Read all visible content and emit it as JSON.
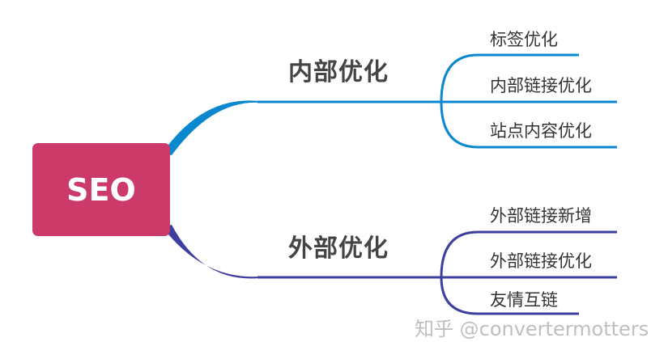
{
  "colors": {
    "root": "#cc3a6a",
    "internal": "#0a88cf",
    "external": "#3d3fa0"
  },
  "root": {
    "label": "SEO"
  },
  "branches": [
    {
      "label": "内部优化",
      "children": [
        "标签优化",
        "内部链接优化",
        "站点内容优化"
      ]
    },
    {
      "label": "外部优化",
      "children": [
        "外部链接新增",
        "外部链接优化",
        "友情互链"
      ]
    }
  ],
  "watermark": "知乎 @convertermotters"
}
